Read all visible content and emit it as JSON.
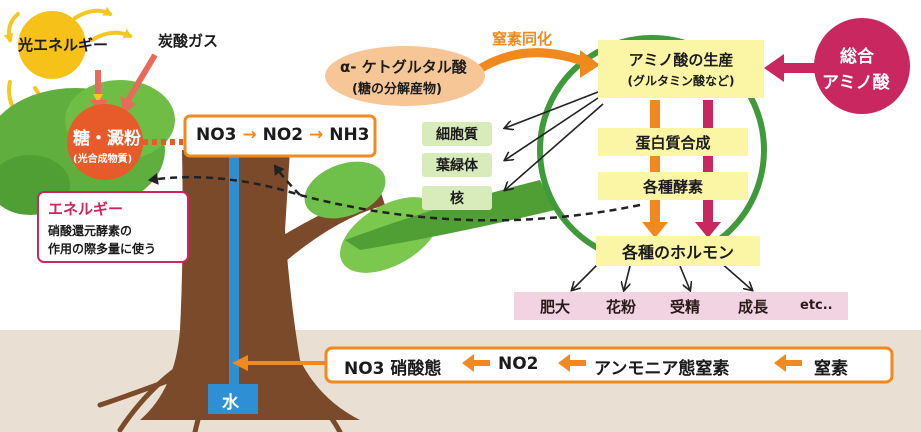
{
  "sun_label": "光エネルギー",
  "co2_label": "炭酸ガス",
  "starch": {
    "title": "糖・澱粉",
    "sub": "(光合成物質)"
  },
  "energy": {
    "title": "エネルギー",
    "line1": "硝酸還元酵素の",
    "line2": "作用の際多量に使う"
  },
  "nitrate_chain": {
    "no3": "NO3",
    "no2": "NO2",
    "nh3": "NH3",
    "arrow": "→"
  },
  "keto": {
    "line1": "α- ケトグルタル酸",
    "line2": "(糖の分解産物)"
  },
  "assimilation": "窒素同化",
  "amino_production": {
    "line1": "アミノ酸の生産",
    "line2": "(グルタミン酸など)"
  },
  "synthetic_amino": {
    "line1": "総合",
    "line2": "アミノ酸"
  },
  "cell_parts": [
    "細胞質",
    "葉緑体",
    "核"
  ],
  "protein_synthesis": "蛋白質合成",
  "enzymes": "各種酵素",
  "hormones": "各種のホルモン",
  "effects": [
    "肥大",
    "花粉",
    "受精",
    "成長",
    "etc.."
  ],
  "soil_chain": {
    "no3": "NO3 硝酸態",
    "no2": "NO2",
    "ammonia": "アンモニア態窒素",
    "nitrogen": "窒素"
  },
  "water": "水",
  "colors": {
    "orange": "#f08a1e",
    "pink": "#c8275f",
    "green": "#3f9a3c",
    "blue": "#2e8fd4",
    "brown": "#7a4a2a"
  }
}
